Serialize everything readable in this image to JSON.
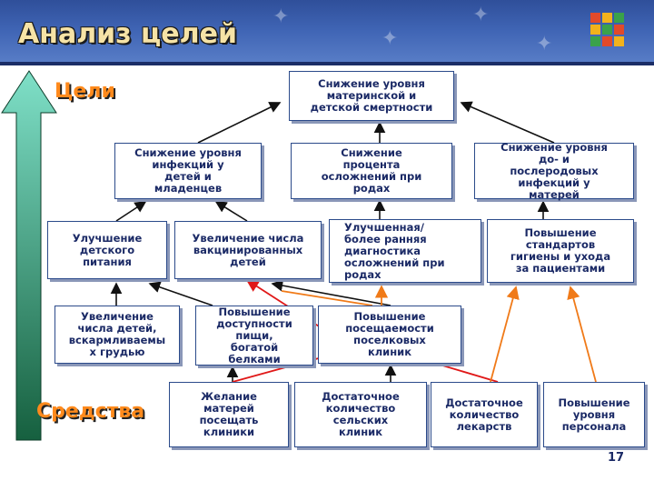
{
  "header": {
    "title": "Анализ целей"
  },
  "side": {
    "top_label": "Цели",
    "bottom_label": "Средства"
  },
  "page_number": "17",
  "colors": {
    "accent": "#ff8a1c",
    "red_link": "#e01818",
    "orange_link": "#f07a18",
    "arrow_top": "#6fd6c0",
    "arrow_bottom": "#1a6a4a"
  },
  "boxes": {
    "goal": "Снижение уровня\nматеринской и\nдетской смертности",
    "l2_infections": "Снижение уровня\nинфекций у\nдетей и\nмладенцев",
    "l2_complications": "Снижение\nпроцента\nосложнений при\nродах",
    "l2_maternal": "Снижение уровня\nдо- и\nпослеродовых\nинфекций у\nматерей",
    "l3_nutrition": "Улучшение\nдетского\nпитания",
    "l3_vaccinated": "Увеличение числа\nвакцинированных\nдетей",
    "l3_diagnostics": "Улучшенная/\nболее ранняя\nдиагностика\nосложнений при\nродах",
    "l3_standards": "Повышение\nстандартов\nгигиены и ухода\nза пациентами",
    "l4_breastfed": "Увеличение\nчисла детей,\nвскармливаемы\nх грудью",
    "l4_food": "Повышение\nдоступности\nпищи,\nбогатой\nбелками",
    "l4_attendance": "Повышение\nпосещаемости\nпоселковых\nклиник",
    "l5_desire": "Желание\nматерей\nпосещать\nклиники",
    "l5_clinics": "Достаточное\nколичество\nсельских\nклиник",
    "l5_medicines": "Достаточное\nколичество\nлекарств",
    "l5_staff": "Повышение\nуровня\nперсонала"
  }
}
